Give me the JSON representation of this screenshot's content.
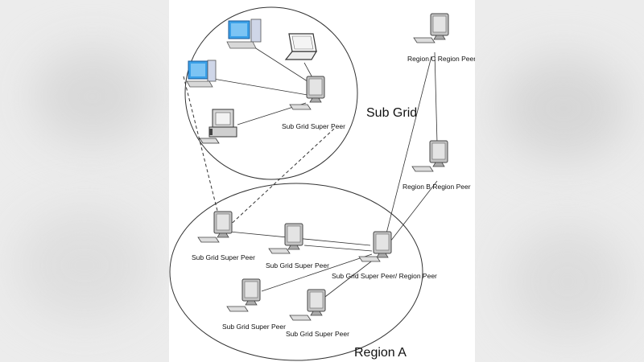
{
  "diagram": {
    "sub_grid_title": "Sub Grid",
    "region_a_title": "Region A",
    "labels": {
      "sub_grid_super_peer_top": "Sub Grid Super Peer",
      "region_c": "Region C Region Peer",
      "region_b": "Region B Region Peer",
      "peer_left": "Sub Grid Super Peer",
      "peer_center": "Sub Grid Super Peer",
      "peer_region": "Sub Grid Super Peer/  Region Peer",
      "peer_bottom_left": "Sub Grid Super Peer",
      "peer_bottom_right": "Sub Grid Super Peer"
    },
    "colors": {
      "line": "#333333",
      "monitor": "#b8b8b8",
      "screen": "#dcdcdc",
      "screen_blue": "#3aa0e8",
      "background": "#ffffff"
    }
  }
}
